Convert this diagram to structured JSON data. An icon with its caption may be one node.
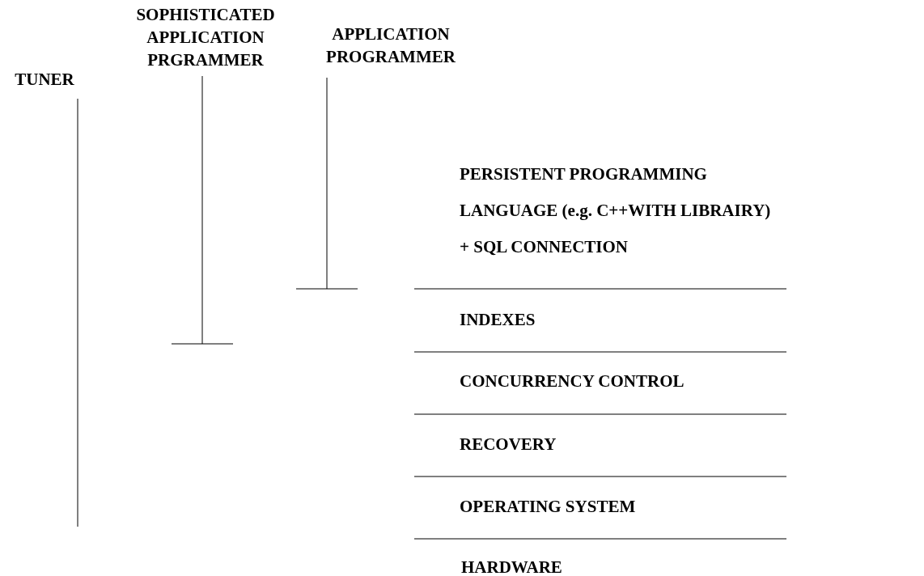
{
  "diagram": {
    "nodes": [
      {
        "text": [
          "TUNER"
        ]
      },
      {
        "text": [
          "SOPHISTICATED APPLICATION PRGRAMMER"
        ]
      },
      {
        "text": [
          "APPLICATION PROGRAMMER"
        ]
      },
      {
        "text": [
          "PERSISTENT PROGRAMMING LANGUAGE (e.g. C++WITH LIBRAIRY) + SQL CONNECTION"
        ]
      },
      {
        "text": [
          "INDEXES"
        ]
      },
      {
        "text": [
          "CONCURRENCY CONTROL"
        ]
      },
      {
        "text": [
          "RECOVERY"
        ]
      },
      {
        "text": [
          "OPERATING SYSTEM"
        ]
      },
      {
        "text": [
          "HARDWARE"
        ]
      }
    ],
    "edges": [
      {
        "from": 0,
        "to": null,
        "arrow": "none"
      },
      {
        "from": 1,
        "to": null,
        "arrow": "other"
      },
      {
        "from": 2,
        "to": null,
        "arrow": "other"
      }
    ]
  }
}
